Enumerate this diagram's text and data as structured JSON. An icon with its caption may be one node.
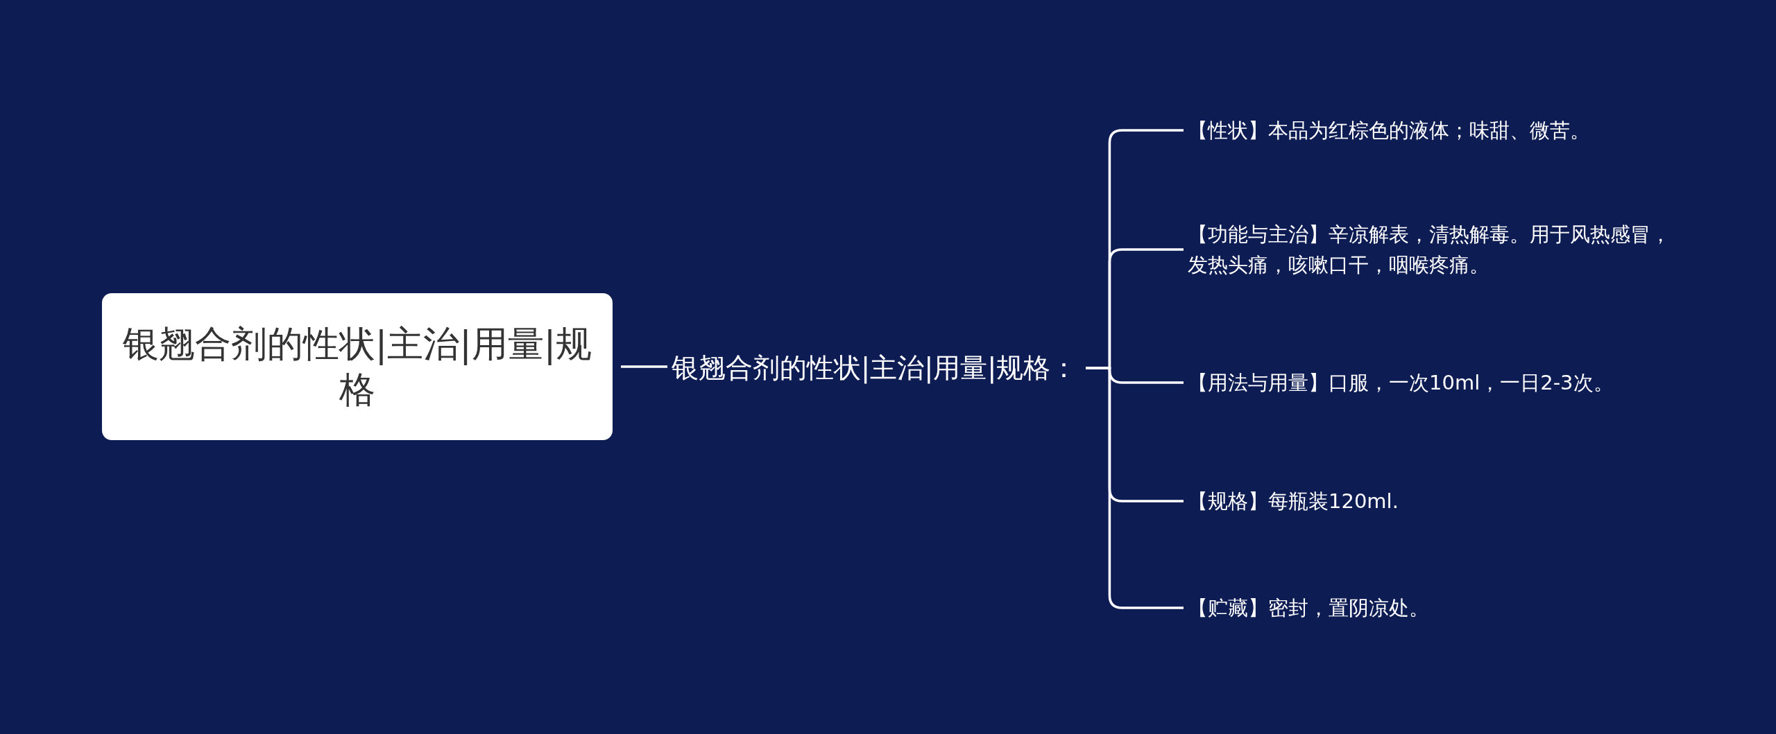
{
  "diagram": {
    "nodes": [
      {
        "text": [
          "银翘合剂的性状|主治|用量|规格"
        ]
      },
      {
        "text": [
          "银翘合剂的性状|主治|用量|规格："
        ]
      },
      {
        "text": [
          "【性状】本品为红棕色的液体；味甜、微苦。"
        ]
      },
      {
        "text": [
          "【功能与主治】辛凉解表，清热解毒。用于风热感冒，发热头痛，咳嗽口干，咽喉疼痛。"
        ]
      },
      {
        "text": [
          "【用法与用量】口服，一次10ml，一日2-3次。"
        ]
      },
      {
        "text": [
          "【规格】每瓶装120ml."
        ]
      },
      {
        "text": [
          "【贮藏】密封，置阴凉处。"
        ]
      }
    ],
    "edges": [
      {
        "from": 0,
        "to": 1,
        "arrow": "none"
      },
      {
        "from": 1,
        "to": 2,
        "arrow": "none"
      },
      {
        "from": 1,
        "to": 3,
        "arrow": "none"
      },
      {
        "from": 1,
        "to": 4,
        "arrow": "none"
      },
      {
        "from": 1,
        "to": 5,
        "arrow": "none"
      },
      {
        "from": 1,
        "to": 6,
        "arrow": "none"
      }
    ]
  }
}
